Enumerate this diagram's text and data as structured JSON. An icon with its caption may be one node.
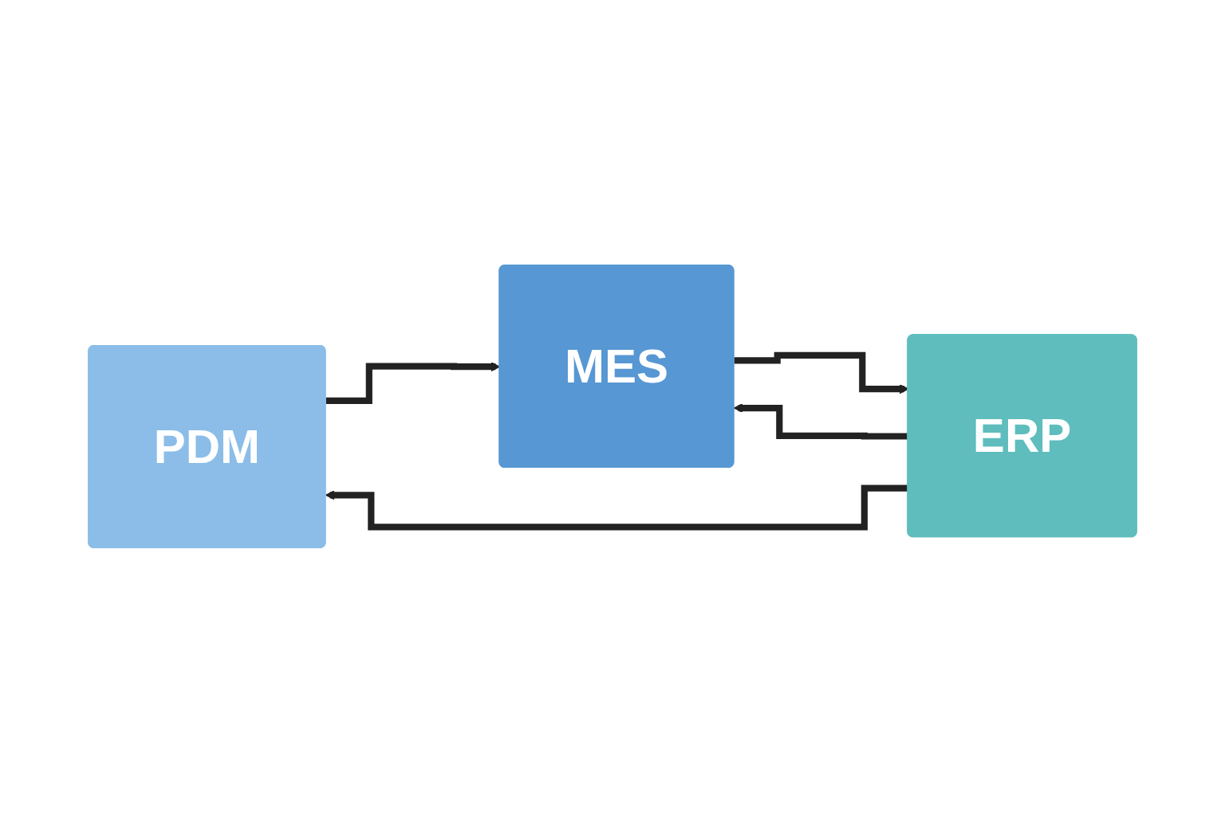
{
  "diagram": {
    "nodes": [
      {
        "text": [
          "PDM"
        ]
      },
      {
        "text": [
          "ERP"
        ]
      },
      {
        "text": [
          "MES"
        ]
      }
    ],
    "edges": [
      {
        "from": 1,
        "to": 0,
        "arrow": "to"
      },
      {
        "from": 0,
        "to": 2,
        "arrow": "to"
      },
      {
        "from": 2,
        "to": 1,
        "arrow": "to"
      },
      {
        "from": 1,
        "to": 2,
        "arrow": "to"
      }
    ]
  }
}
